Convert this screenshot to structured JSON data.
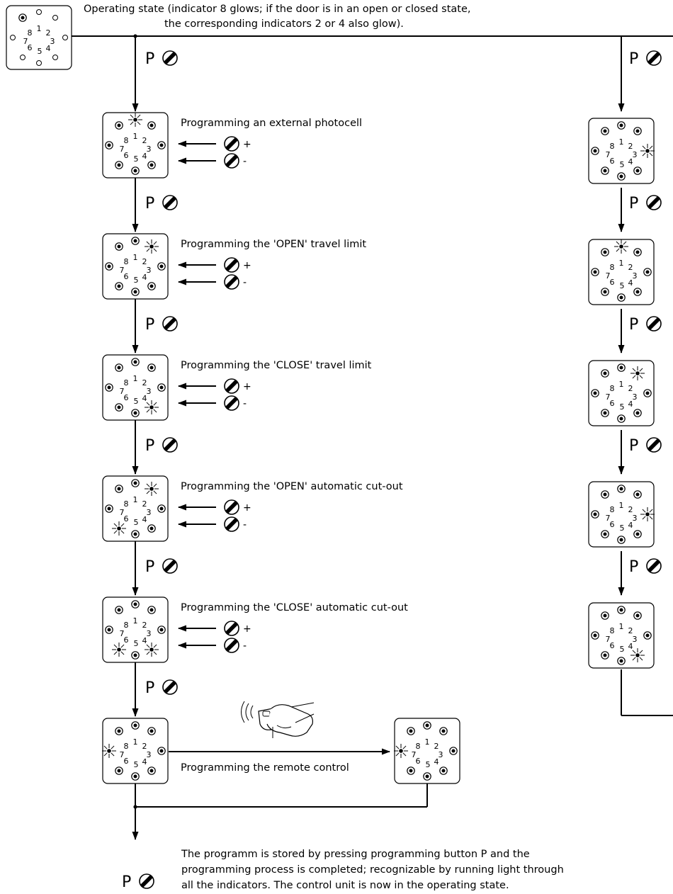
{
  "top_text": [
    "Operating state (indicator 8 glows; if the door is in an open or closed state,",
    "the corresponding indicators 2 or 4 also glow)."
  ],
  "p_label": "P",
  "plus": "+",
  "minus": "-",
  "indicator_numbers": [
    "1",
    "2",
    "3",
    "4",
    "5",
    "6",
    "7",
    "8"
  ],
  "steps": [
    {
      "label": "Programming an external photocell"
    },
    {
      "label": "Programming the 'OPEN' travel limit"
    },
    {
      "label": "Programming the 'CLOSE' travel limit"
    },
    {
      "label": "Programming the 'OPEN' automatic cut-out"
    },
    {
      "label": "Programming the 'CLOSE' automatic cut-out"
    }
  ],
  "remote_label": "Programming the remote control",
  "footer_text": [
    "The programm is stored by pressing programming button P and the",
    "programming process is completed; recognizable by running light through",
    "all the indicators. The control unit is now in the operating state."
  ],
  "panels": {
    "operating": {
      "state": "off",
      "flashing": []
    },
    "left": [
      {
        "state": "on",
        "flashing": [
          1
        ]
      },
      {
        "state": "on",
        "flashing": [
          2
        ]
      },
      {
        "state": "on",
        "flashing": [
          4
        ]
      },
      {
        "state": "on",
        "flashing": [
          2,
          6
        ]
      },
      {
        "state": "on",
        "flashing": [
          6,
          4
        ]
      },
      {
        "state": "on",
        "flashing": [
          7
        ]
      }
    ],
    "remote_target": {
      "state": "on",
      "flashing": [
        7
      ]
    },
    "right": [
      {
        "state": "on",
        "flashing": [
          3
        ]
      },
      {
        "state": "on",
        "flashing": [
          1
        ]
      },
      {
        "state": "on",
        "flashing": [
          2
        ]
      },
      {
        "state": "on",
        "flashing": [
          3
        ]
      },
      {
        "state": "on",
        "flashing": [
          4
        ]
      }
    ]
  },
  "icons": [
    "programming-button-icon",
    "led-indicator-icon",
    "flashing-led-icon",
    "remote-control-hand-icon"
  ]
}
